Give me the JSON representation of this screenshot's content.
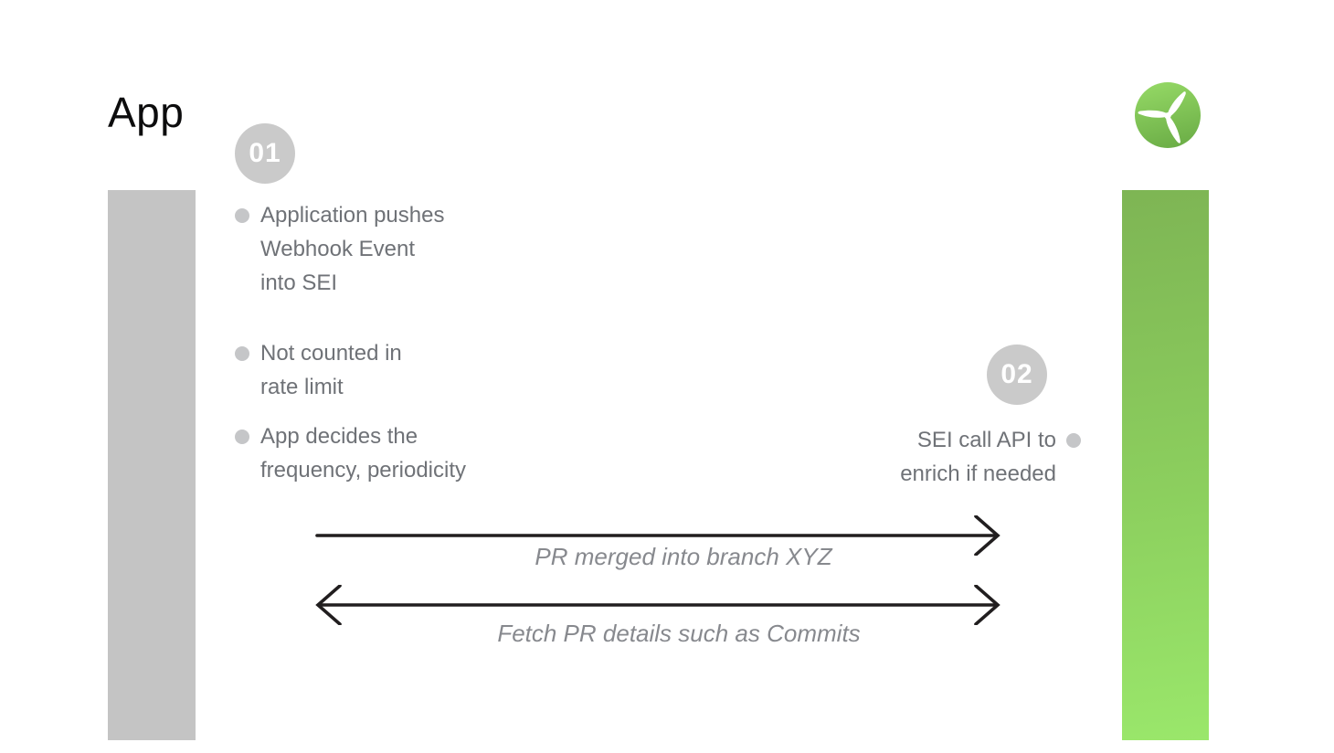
{
  "page": {
    "title": "App"
  },
  "logo": {
    "name": "propeller-logo"
  },
  "steps": {
    "step1": {
      "number": "01",
      "bullets": [
        "Application pushes\nWebhook Event\ninto SEI",
        "Not counted in\nrate limit",
        "App decides the\nfrequency, periodicity"
      ]
    },
    "step2": {
      "number": "02",
      "text": "SEI call API to\nenrich if needed"
    }
  },
  "arrows": {
    "forward": {
      "label": "PR merged into branch XYZ",
      "direction": "right"
    },
    "bidirectional": {
      "label": "Fetch PR details such as Commits",
      "direction": "both"
    }
  },
  "colors": {
    "page_bg": "#ffffff",
    "title_text": "#0c0c0d",
    "badge_bg": "#cacaca",
    "badge_text": "#ffffff",
    "bullet_dot": "#c5c6c8",
    "body_text": "#6f7277",
    "arrow_stroke": "#211e1f",
    "arrow_label": "#87898e",
    "left_bar": "#c4c4c4",
    "right_bar_top": "#7eb554",
    "right_bar_mid": "#8ccf5e",
    "right_bar_bottom": "#9ae76b",
    "logo_top": "#93d764",
    "logo_bottom": "#6cae47"
  }
}
